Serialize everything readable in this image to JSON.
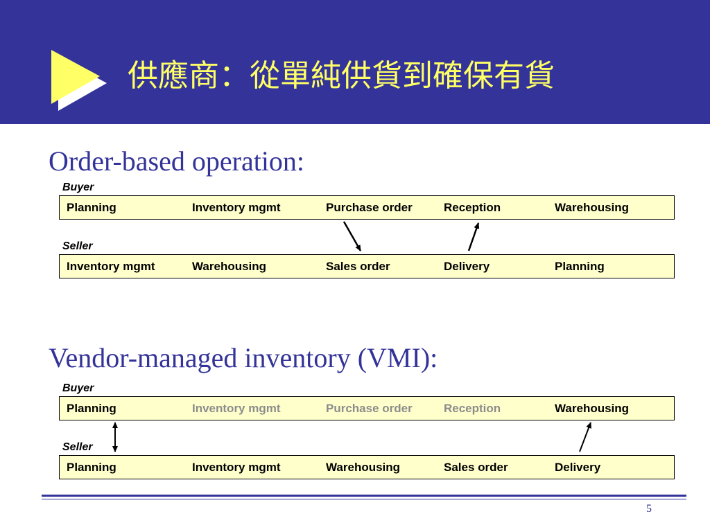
{
  "title": "供應商：從單純供貨到確保有貨",
  "sections": [
    {
      "heading": "Order-based operation:",
      "buyer_label": "Buyer",
      "buyer_steps": [
        "Planning",
        "Inventory mgmt",
        "Purchase order",
        "Reception",
        "Warehousing"
      ],
      "seller_label": "Seller",
      "seller_steps": [
        "Inventory mgmt",
        "Warehousing",
        "Sales order",
        "Delivery",
        "Planning"
      ]
    },
    {
      "heading": "Vendor-managed inventory (VMI):",
      "buyer_label": "Buyer",
      "buyer_steps": [
        "Planning",
        "Inventory mgmt",
        "Purchase order",
        "Reception",
        "Warehousing"
      ],
      "buyer_dimmed_steps": [
        "Inventory mgmt",
        "Purchase order",
        "Reception"
      ],
      "seller_label": "Seller",
      "seller_steps": [
        "Planning",
        "Inventory mgmt",
        "Warehousing",
        "Sales order",
        "Delivery"
      ]
    }
  ],
  "page_number": "5",
  "colors": {
    "header_bg": "#333399",
    "title_text": "#ffff66",
    "heading_text": "#333399",
    "row_fill": "#ffffcc",
    "dimmed_text": "#8c8c8c"
  }
}
